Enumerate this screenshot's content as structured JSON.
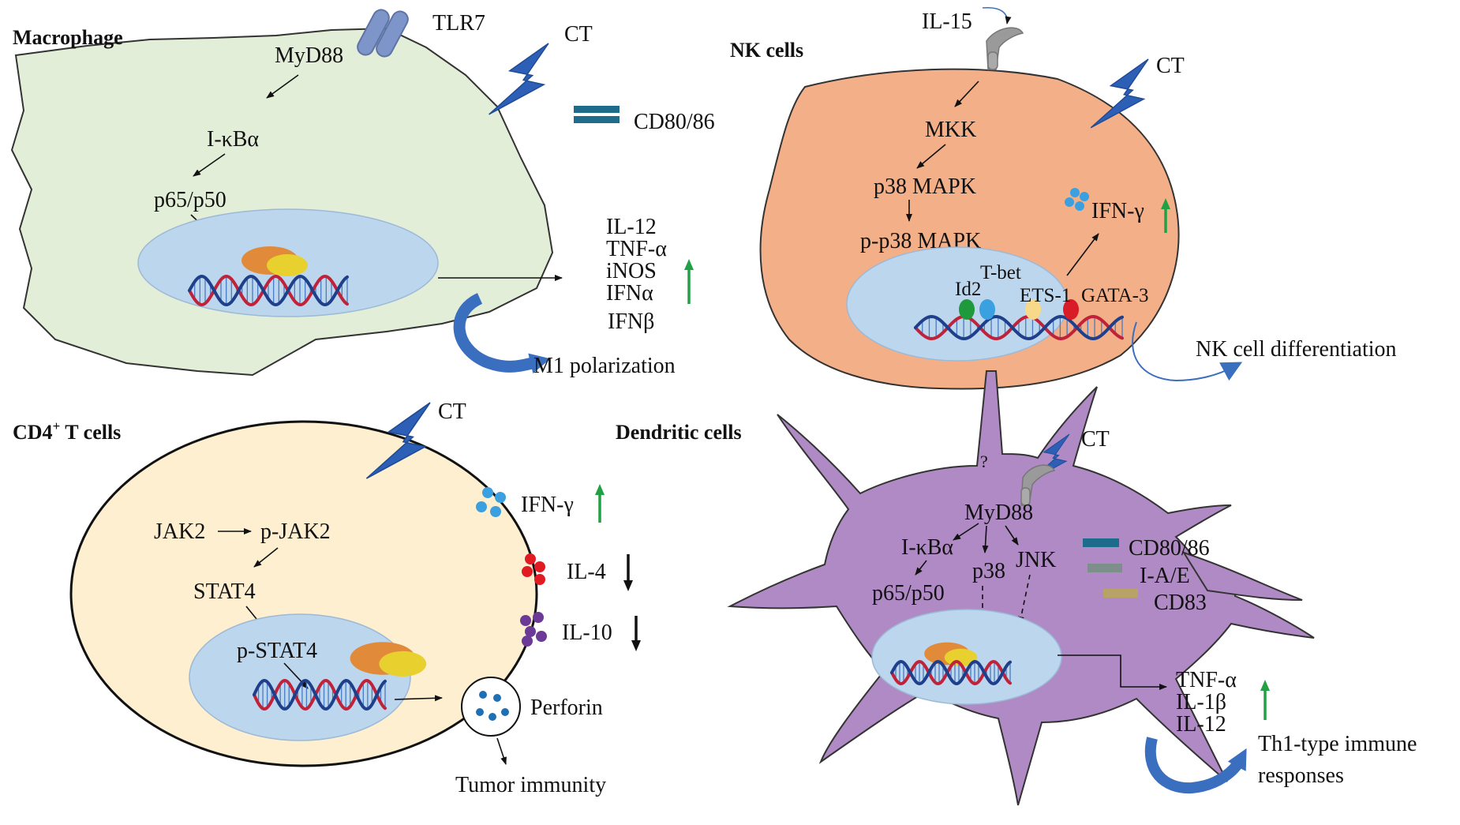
{
  "colors": {
    "macrophage_fill": "#e3eed8",
    "nk_fill": "#f3b088",
    "cd4_fill": "#fdefd0",
    "dc_fill": "#b08ac4",
    "nucleus_fill": "#bcd6ee",
    "arrow_up": "#22a046",
    "bolt": "#2c5fb5",
    "curved_arrow": "#3a6fbf",
    "dna_red": "#c0223a",
    "dna_blue": "#1f3f8a",
    "receptor_gray": "#9a9a9a",
    "tlr_blue": "#7d95c8",
    "cd8086_teal": "#1e6b8c"
  },
  "panels": {
    "macrophage": {
      "title": "Macrophage",
      "receptor": "TLR7",
      "ct": "CT",
      "surface_marker": "CD80/86",
      "pathway": [
        "MyD88",
        "I-κBα",
        "p65/p50"
      ],
      "outputs": [
        "IL-12",
        "TNF-α",
        "iNOS",
        "IFNα",
        "IFNβ"
      ],
      "outcome": "M1 polarization"
    },
    "nk": {
      "title": "NK cells",
      "ligand": "IL-15",
      "ct": "CT",
      "pathway": [
        "MKK",
        "p38 MAPK",
        "p-p38 MAPK"
      ],
      "transcription_factors": [
        "Id2",
        "T-bet",
        "ETS-1",
        "GATA-3"
      ],
      "output": "IFN-γ",
      "outcome": "NK cell differentiation"
    },
    "cd4": {
      "title_main": "CD4",
      "title_sup": "+",
      "title_rest": " T cells",
      "ct": "CT",
      "jak2": "JAK2",
      "pjak2": "p-JAK2",
      "stat4": "STAT4",
      "pstat4": "p-STAT4",
      "cytokines": [
        {
          "name": "IFN-γ",
          "trend": "up"
        },
        {
          "name": "IL-4",
          "trend": "down"
        },
        {
          "name": "IL-10",
          "trend": "down"
        }
      ],
      "perforin": "Perforin",
      "outcome": "Tumor immunity"
    },
    "dc": {
      "title": "Dendritic cells",
      "ct": "CT",
      "question": "?",
      "myd88": "MyD88",
      "ikba": "I-κBα",
      "p38": "p38",
      "jnk": "JNK",
      "p65": "p65/p50",
      "markers": [
        "CD80/86",
        "I-A/E",
        "CD83"
      ],
      "outputs": [
        "TNF-α",
        "IL-1β",
        "IL-12"
      ],
      "outcome_line1": "Th1-type immune",
      "outcome_line2": "responses"
    }
  }
}
